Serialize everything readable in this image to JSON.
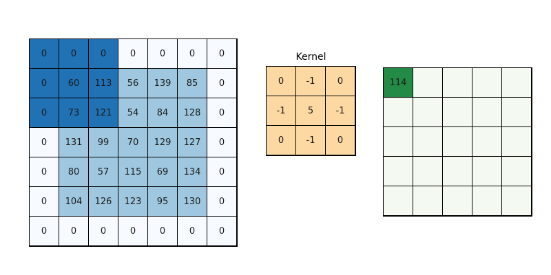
{
  "colors": {
    "text": "#1a1a1a",
    "border": "#000000",
    "background": "#ffffff"
  },
  "input_grid": {
    "rows": [
      [
        0,
        0,
        0,
        0,
        0,
        0,
        0
      ],
      [
        0,
        60,
        113,
        56,
        139,
        85,
        0
      ],
      [
        0,
        73,
        121,
        54,
        84,
        128,
        0
      ],
      [
        0,
        131,
        99,
        70,
        129,
        127,
        0
      ],
      [
        0,
        80,
        57,
        115,
        69,
        134,
        0
      ],
      [
        0,
        104,
        126,
        123,
        95,
        130,
        0
      ],
      [
        0,
        0,
        0,
        0,
        0,
        0,
        0
      ]
    ],
    "cell_roles": [
      [
        "highlight",
        "highlight",
        "highlight",
        "padding",
        "padding",
        "padding",
        "padding"
      ],
      [
        "highlight",
        "highlight",
        "highlight",
        "value",
        "value",
        "value",
        "padding"
      ],
      [
        "highlight",
        "highlight",
        "highlight",
        "value",
        "value",
        "value",
        "padding"
      ],
      [
        "padding",
        "value",
        "value",
        "value",
        "value",
        "value",
        "padding"
      ],
      [
        "padding",
        "value",
        "value",
        "value",
        "value",
        "value",
        "padding"
      ],
      [
        "padding",
        "value",
        "value",
        "value",
        "value",
        "value",
        "padding"
      ],
      [
        "padding",
        "padding",
        "padding",
        "padding",
        "padding",
        "padding",
        "padding"
      ]
    ],
    "colors": {
      "highlight": "#2171b5",
      "value": "#9fc8e0",
      "padding": "#f7fbff"
    }
  },
  "kernel": {
    "title": "Kernel",
    "rows": [
      [
        "0",
        "-1",
        "0"
      ],
      [
        "-1",
        "5",
        "-1"
      ],
      [
        "0",
        "-1",
        "0"
      ]
    ],
    "cell_roles": [
      [
        "kernel",
        "kernel",
        "kernel"
      ],
      [
        "kernel",
        "kernel",
        "kernel"
      ],
      [
        "kernel",
        "kernel",
        "kernel"
      ]
    ],
    "colors": {
      "kernel": "#fcd8a2"
    }
  },
  "output_grid": {
    "rows": [
      [
        "114",
        "",
        "",
        "",
        ""
      ],
      [
        "",
        "",
        "",
        "",
        ""
      ],
      [
        "",
        "",
        "",
        "",
        ""
      ],
      [
        "",
        "",
        "",
        "",
        ""
      ],
      [
        "",
        "",
        "",
        "",
        ""
      ]
    ],
    "cell_roles": [
      [
        "result",
        "empty",
        "empty",
        "empty",
        "empty"
      ],
      [
        "empty",
        "empty",
        "empty",
        "empty",
        "empty"
      ],
      [
        "empty",
        "empty",
        "empty",
        "empty",
        "empty"
      ],
      [
        "empty",
        "empty",
        "empty",
        "empty",
        "empty"
      ],
      [
        "empty",
        "empty",
        "empty",
        "empty",
        "empty"
      ]
    ],
    "colors": {
      "result": "#238b45",
      "empty": "#f4faf1"
    }
  }
}
